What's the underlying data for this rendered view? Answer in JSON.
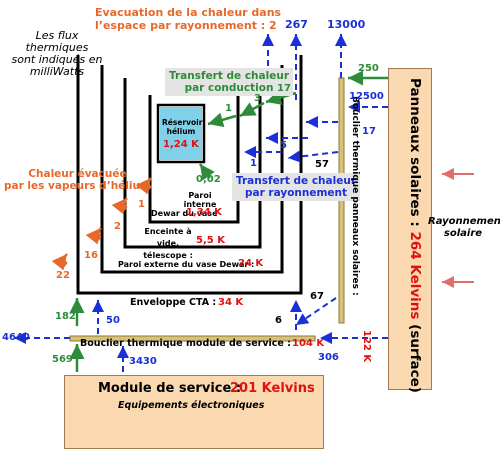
{
  "notes": {
    "flux_note": "Les flux thermiques\nsont indiqués en\nmilliWatts"
  },
  "headers": {
    "evacuation": "Evacuation de la chaleur dans\nl’espace par rayonnement : 2",
    "flux_267": "267",
    "flux_13000": "13000",
    "conduction": "Transfert de chaleur\npar conduction",
    "radiation": "Transfert de chaleur\npar rayonnement",
    "vapeur": "Chaleur évacuée\npar les vapeurs d’hélium"
  },
  "reservoir": {
    "name": "Réservoir\nhélium",
    "temp": "1,24 K"
  },
  "levels": {
    "paroi_interne": {
      "name": "Paroi interne\ndu vase",
      "label": "Dewar :",
      "temp": "1,34 K"
    },
    "enceinte": {
      "name": "Enceinte à vide,\ntélescope :",
      "temp": "5,5 K"
    },
    "paroi_externe": {
      "name": "Paroi externe du vase Dewar :",
      "temp": "24 K"
    },
    "enveloppe": {
      "name": "Enveloppe CTA :",
      "temp": "34 K"
    },
    "bouclier_module": {
      "name": "Bouclier thermique module de service :",
      "temp": "104 K"
    },
    "bouclier_panneaux": {
      "name": "Bouclier thermique panneaux solaires :",
      "temp": "122 K"
    }
  },
  "module": {
    "name": "Module de service :",
    "temp": "201 Kelvins",
    "sub": "Equipements électroniques"
  },
  "panneaux": {
    "name": "Panneaux solaires :",
    "temp": "264 Kelvins",
    "suffix": "(surface)"
  },
  "rayonnement": "Rayonnement\nsolaire",
  "fluxes": {
    "f3": "3",
    "f17a": "17",
    "f1a": "1",
    "f002": "0,02",
    "f5": "5",
    "f1b": "1",
    "f57": "57",
    "f17b": "17",
    "f12500": "12500",
    "f250": "250",
    "v1": "1",
    "v2": "2",
    "v16": "16",
    "v22": "22",
    "f67": "67",
    "f6": "6",
    "f50": "50",
    "f182": "182",
    "f4640": "4640",
    "f569": "569",
    "f3430": "3430",
    "f306": "306"
  }
}
